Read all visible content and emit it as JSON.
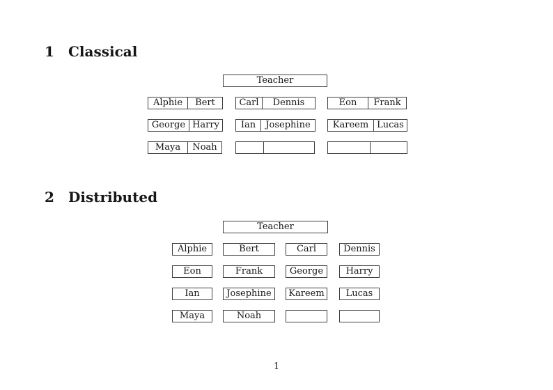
{
  "colors": {
    "background": "#ffffff",
    "border": "#3d3d3d",
    "text": "#161616"
  },
  "classical": {
    "heading_number": "1",
    "heading_title": "Classical",
    "teacher_label": "Teacher",
    "desks": [
      {
        "left": "Alphie",
        "right": "Bert"
      },
      {
        "left": "Carl",
        "right": "Dennis"
      },
      {
        "left": "Eon",
        "right": "Frank"
      },
      {
        "left": "George",
        "right": "Harry"
      },
      {
        "left": "Ian",
        "right": "Josephine"
      },
      {
        "left": "Kareem",
        "right": "Lucas"
      },
      {
        "left": "Maya",
        "right": "Noah"
      },
      {
        "left": "",
        "right": ""
      },
      {
        "left": "",
        "right": ""
      }
    ]
  },
  "distributed": {
    "heading_number": "2",
    "heading_title": "Distributed",
    "teacher_label": "Teacher",
    "desks": [
      "Alphie",
      "Bert",
      "Carl",
      "Dennis",
      "Eon",
      "Frank",
      "George",
      "Harry",
      "Ian",
      "Josephine",
      "Kareem",
      "Lucas",
      "Maya",
      "Noah",
      "",
      ""
    ]
  },
  "footer": {
    "page_number": "1"
  }
}
